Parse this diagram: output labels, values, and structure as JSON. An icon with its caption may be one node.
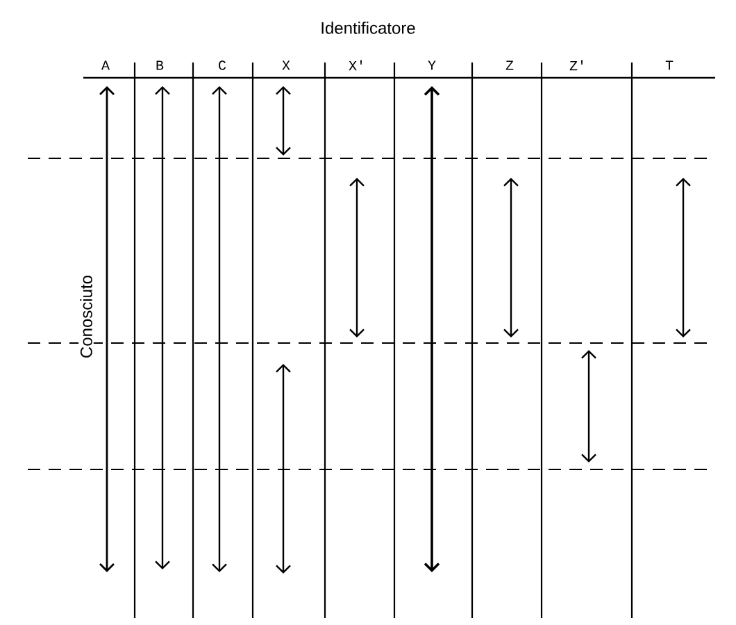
{
  "diagram": {
    "title": "Identificatore",
    "labels": [
      "A",
      "B",
      "C",
      "X",
      "X'",
      "Y",
      "Z",
      "Z'",
      "T",
      "Conosciuto"
    ]
  }
}
